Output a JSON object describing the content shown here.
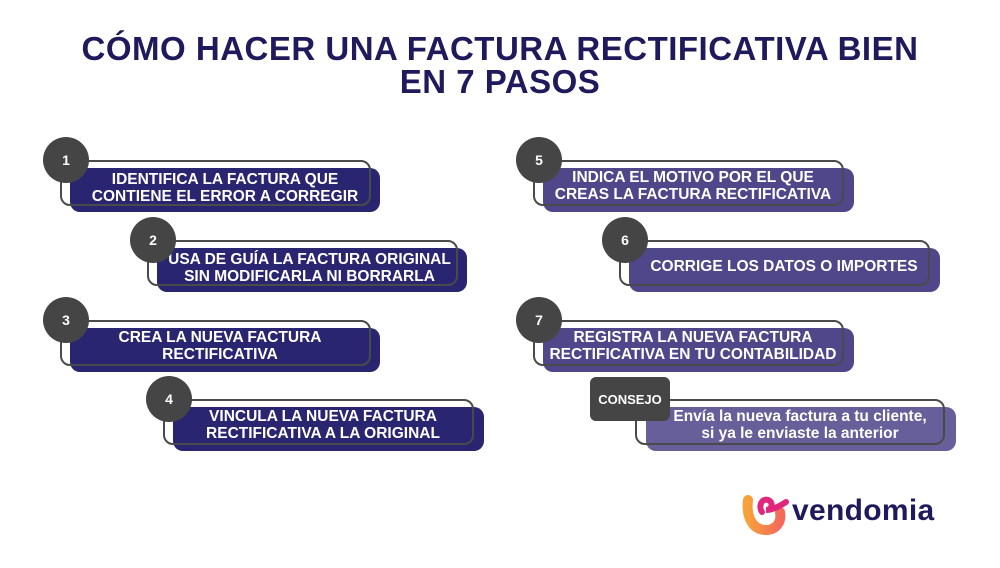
{
  "title": {
    "line1": "CÓMO HACER UNA FACTURA RECTIFICATIVA BIEN",
    "line2": "EN 7 PASOS"
  },
  "steps": [
    {
      "number": "1",
      "line1": "IDENTIFICA LA FACTURA QUE",
      "line2": "CONTIENE EL ERROR A CORREGIR"
    },
    {
      "number": "2",
      "line1": "USA DE GUÍA LA FACTURA ORIGINAL",
      "line2": "SIN MODIFICARLA NI BORRARLA"
    },
    {
      "number": "3",
      "line1": "CREA LA NUEVA FACTURA",
      "line2": "RECTIFICATIVA"
    },
    {
      "number": "4",
      "line1": "VINCULA LA NUEVA FACTURA",
      "line2": "RECTIFICATIVA A LA ORIGINAL"
    },
    {
      "number": "5",
      "line1": "INDICA EL MOTIVO POR EL QUE",
      "line2": "CREAS LA FACTURA RECTIFICATIVA"
    },
    {
      "number": "6",
      "line1": "CORRIGE LOS DATOS O IMPORTES",
      "line2": ""
    },
    {
      "number": "7",
      "line1": "REGISTRA LA NUEVA FACTURA",
      "line2": "RECTIFICATIVA EN TU CONTABILIDAD"
    }
  ],
  "tip": {
    "label": "CONSEJO",
    "line1": "Envía la nueva factura a tu cliente,",
    "line2": "si ya le enviaste la anterior"
  },
  "brand": {
    "name": "vendomia",
    "colors": {
      "navy": "#1f1a5c",
      "step_dark": "#2a2570",
      "step_light": "#4f4789",
      "tip": "#675f9a",
      "badge": "#454545",
      "logo_orange": "#f7a13b",
      "logo_pink": "#e0267d"
    }
  }
}
